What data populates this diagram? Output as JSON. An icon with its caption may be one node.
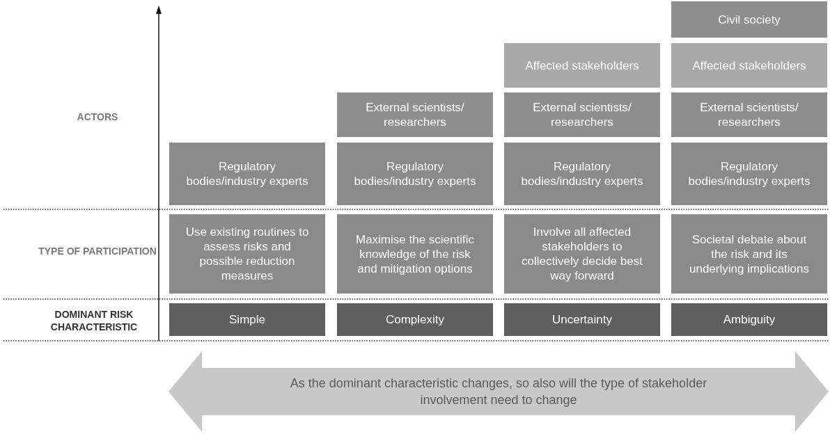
{
  "diagram": {
    "nodes": [
      {
        "text": [
          "Civil society"
        ]
      },
      {
        "text": [
          "Affected stakeholders"
        ]
      },
      {
        "text": [
          "Affected stakeholders"
        ]
      },
      {
        "text": [
          "External scientists/ researchers"
        ]
      },
      {
        "text": [
          "External scientists/ researchers"
        ]
      },
      {
        "text": [
          "External scientists/ researchers"
        ]
      },
      {
        "text": [
          "Regulatory bodies/industry experts"
        ]
      },
      {
        "text": [
          "Regulatory bodies/industry experts"
        ]
      },
      {
        "text": [
          "Regulatory bodies/industry experts"
        ]
      },
      {
        "text": [
          "Regulatory bodies/industry experts"
        ]
      },
      {
        "text": [
          "Use existing routines to assess risks and possible reduction measures"
        ]
      },
      {
        "text": [
          "Maximise the scientific knowledge of the risk and mitigation options"
        ]
      },
      {
        "text": [
          "Involve all affected stakeholders to collectively decide best way forward"
        ]
      },
      {
        "text": [
          "Societal debate about the risk and its underlying implications"
        ]
      },
      {
        "text": [
          "Simple"
        ]
      },
      {
        "text": [
          "Complexity"
        ]
      },
      {
        "text": [
          "Uncertainty"
        ]
      },
      {
        "text": [
          "Ambiguity"
        ]
      },
      {
        "text": [
          "As the dominant characteristic changes, so also will the type of stakeholder involvement need to change"
        ]
      }
    ],
    "labels": [
      "ACTORS",
      "TYPE OF PARTICIPATION",
      "DOMINANT RISK CHARACTERISTIC"
    ]
  }
}
